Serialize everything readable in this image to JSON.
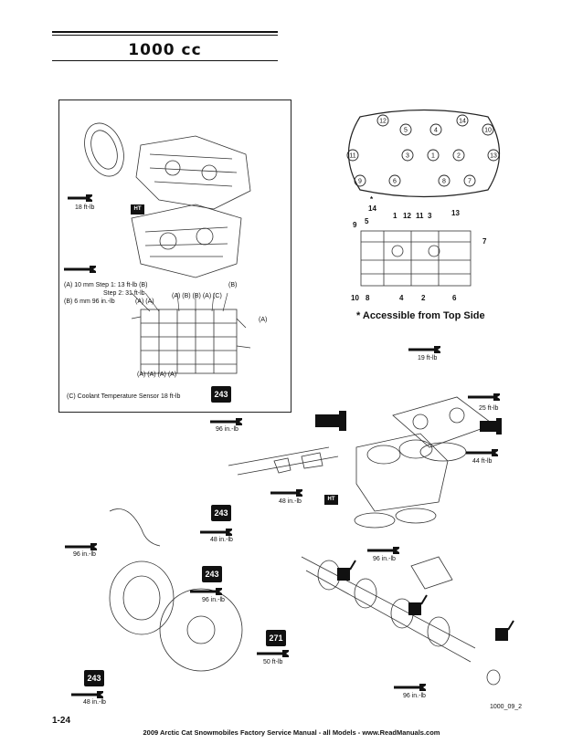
{
  "page": {
    "title": "1000 cc",
    "page_number": "1-24",
    "footer": "2009 Arctic Cat Snowmobiles Factory Service Manual - all Models  -  www.ReadManuals.com",
    "figure_id": "1000_09_2"
  },
  "crankcase_panel": {
    "wrench_torque": "18 ft-lb",
    "ht_label": "HT",
    "spec_a": "(A) 10 mm   Step 1: 13 ft-lb   (B)",
    "spec_a2": "Step 2: 31 ft-lb",
    "spec_b": "(B) 6 mm     96 in.-lb",
    "callouts_row1": "(A) (A)",
    "callouts_row2": "(A) (B)  (B)  (A) (C)",
    "callout_b": "(B)",
    "callout_a_right": "(A)",
    "callouts_bottom": "(A)  (A)        (A)      (A)",
    "sensor_label": "(C) Coolant Temperature Sensor   18 ft-lb",
    "sensor_badge": "243"
  },
  "head_sequence": {
    "bolts": [
      "12",
      "5",
      "4",
      "14",
      "10",
      "11",
      "3",
      "1",
      "2",
      "13",
      "9",
      "6",
      "8",
      "7"
    ],
    "side_numbers_top": [
      "14",
      "1",
      "12",
      "11",
      "3",
      "13"
    ],
    "side_numbers_left": [
      "9",
      "5"
    ],
    "side_right": "7",
    "side_bottom": [
      "10",
      "8",
      "4",
      "2",
      "6"
    ],
    "star": "*",
    "note": "* Accessible from Top Side"
  },
  "engine_torques": {
    "head_top": "19 ft-lb",
    "head_side": "25 ft-lb",
    "head_stud": "44 ft-lb",
    "intake_top": "96 in.-lb",
    "intake_bottom": "48 in.-lb",
    "ht_label2": "HT",
    "stator_badge": "243",
    "stator_torque": "48 in.-lb",
    "wiring_torque": "96 in.-lb",
    "flywheel_badge": "243",
    "flywheel_torque": "96 in.-lb",
    "nut_badge": "271",
    "nut_torque": "50 ft-lb",
    "bottom_badge": "243",
    "bottom_torque": "48 in.-lb",
    "crank_torque_top": "96 in.-lb",
    "crank_torque_bottom": "96 in.-lb"
  }
}
